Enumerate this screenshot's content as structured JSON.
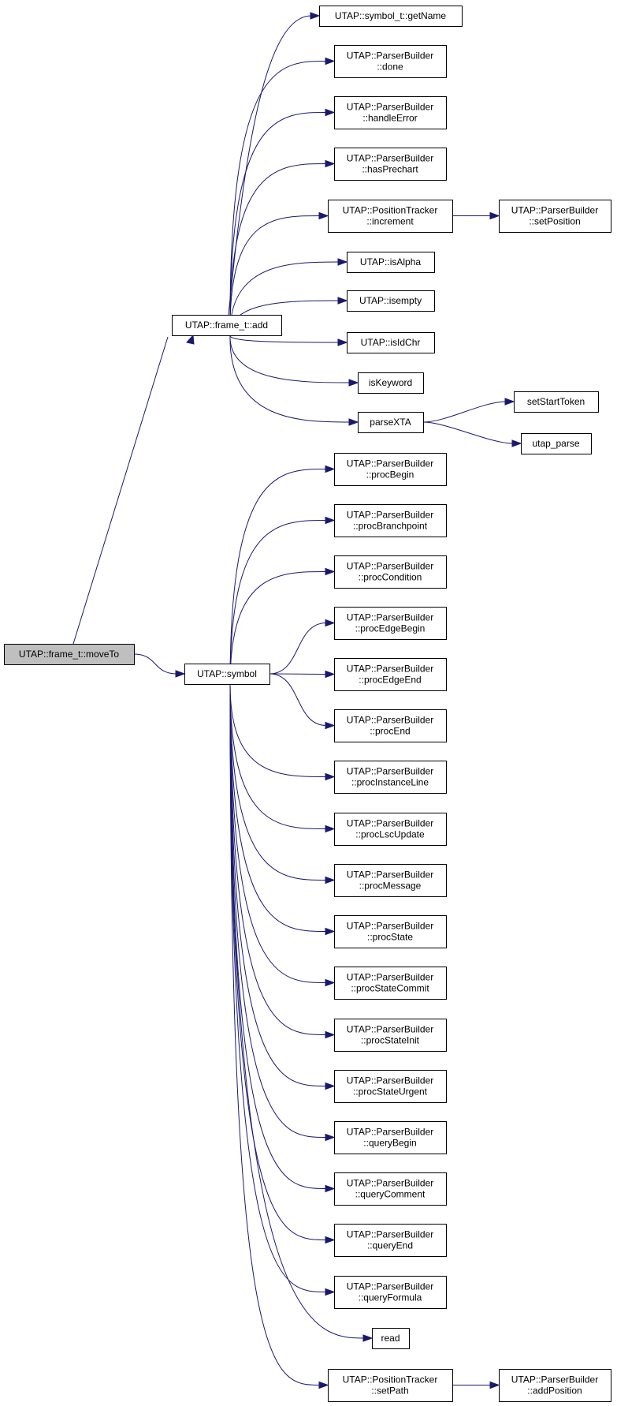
{
  "graph": {
    "root": "UTAP::frame_t::moveTo",
    "nodes": {
      "moveTo": {
        "lines": [
          "UTAP::frame_t::moveTo"
        ],
        "highlighted": true
      },
      "add": {
        "lines": [
          "UTAP::frame_t::add"
        ]
      },
      "symbol": {
        "lines": [
          "UTAP::symbol"
        ]
      },
      "getName": {
        "lines": [
          "UTAP::symbol_t::getName"
        ]
      },
      "done": {
        "lines": [
          "UTAP::ParserBuilder",
          "::done"
        ]
      },
      "handleError": {
        "lines": [
          "UTAP::ParserBuilder",
          "::handleError"
        ]
      },
      "hasPrechart": {
        "lines": [
          "UTAP::ParserBuilder",
          "::hasPrechart"
        ]
      },
      "increment": {
        "lines": [
          "UTAP::PositionTracker",
          "::increment"
        ]
      },
      "setPosition": {
        "lines": [
          "UTAP::ParserBuilder",
          "::setPosition"
        ]
      },
      "isAlpha": {
        "lines": [
          "UTAP::isAlpha"
        ]
      },
      "isempty": {
        "lines": [
          "UTAP::isempty"
        ]
      },
      "isIdChr": {
        "lines": [
          "UTAP::isIdChr"
        ]
      },
      "isKeyword": {
        "lines": [
          "isKeyword"
        ]
      },
      "parseXTA": {
        "lines": [
          "parseXTA"
        ]
      },
      "setStartToken": {
        "lines": [
          "setStartToken"
        ]
      },
      "utap_parse": {
        "lines": [
          "utap_parse"
        ]
      },
      "procBegin": {
        "lines": [
          "UTAP::ParserBuilder",
          "::procBegin"
        ]
      },
      "procBranchpoint": {
        "lines": [
          "UTAP::ParserBuilder",
          "::procBranchpoint"
        ]
      },
      "procCondition": {
        "lines": [
          "UTAP::ParserBuilder",
          "::procCondition"
        ]
      },
      "procEdgeBegin": {
        "lines": [
          "UTAP::ParserBuilder",
          "::procEdgeBegin"
        ]
      },
      "procEdgeEnd": {
        "lines": [
          "UTAP::ParserBuilder",
          "::procEdgeEnd"
        ]
      },
      "procEnd": {
        "lines": [
          "UTAP::ParserBuilder",
          "::procEnd"
        ]
      },
      "procInstanceLine": {
        "lines": [
          "UTAP::ParserBuilder",
          "::procInstanceLine"
        ]
      },
      "procLscUpdate": {
        "lines": [
          "UTAP::ParserBuilder",
          "::procLscUpdate"
        ]
      },
      "procMessage": {
        "lines": [
          "UTAP::ParserBuilder",
          "::procMessage"
        ]
      },
      "procState": {
        "lines": [
          "UTAP::ParserBuilder",
          "::procState"
        ]
      },
      "procStateCommit": {
        "lines": [
          "UTAP::ParserBuilder",
          "::procStateCommit"
        ]
      },
      "procStateInit": {
        "lines": [
          "UTAP::ParserBuilder",
          "::procStateInit"
        ]
      },
      "procStateUrgent": {
        "lines": [
          "UTAP::ParserBuilder",
          "::procStateUrgent"
        ]
      },
      "queryBegin": {
        "lines": [
          "UTAP::ParserBuilder",
          "::queryBegin"
        ]
      },
      "queryComment": {
        "lines": [
          "UTAP::ParserBuilder",
          "::queryComment"
        ]
      },
      "queryEnd": {
        "lines": [
          "UTAP::ParserBuilder",
          "::queryEnd"
        ]
      },
      "queryFormula": {
        "lines": [
          "UTAP::ParserBuilder",
          "::queryFormula"
        ]
      },
      "read": {
        "lines": [
          "read"
        ]
      },
      "setPath": {
        "lines": [
          "UTAP::PositionTracker",
          "::setPath"
        ]
      },
      "addPosition": {
        "lines": [
          "UTAP::ParserBuilder",
          "::addPosition"
        ]
      }
    },
    "edges": [
      [
        "moveTo",
        "add"
      ],
      [
        "moveTo",
        "symbol"
      ],
      [
        "add",
        "getName"
      ],
      [
        "add",
        "done"
      ],
      [
        "add",
        "handleError"
      ],
      [
        "add",
        "hasPrechart"
      ],
      [
        "add",
        "increment"
      ],
      [
        "add",
        "isAlpha"
      ],
      [
        "add",
        "isempty"
      ],
      [
        "add",
        "isIdChr"
      ],
      [
        "add",
        "isKeyword"
      ],
      [
        "add",
        "parseXTA"
      ],
      [
        "increment",
        "setPosition"
      ],
      [
        "parseXTA",
        "setStartToken"
      ],
      [
        "parseXTA",
        "utap_parse"
      ],
      [
        "symbol",
        "procBegin"
      ],
      [
        "symbol",
        "procBranchpoint"
      ],
      [
        "symbol",
        "procCondition"
      ],
      [
        "symbol",
        "procEdgeBegin"
      ],
      [
        "symbol",
        "procEdgeEnd"
      ],
      [
        "symbol",
        "procEnd"
      ],
      [
        "symbol",
        "procInstanceLine"
      ],
      [
        "symbol",
        "procLscUpdate"
      ],
      [
        "symbol",
        "procMessage"
      ],
      [
        "symbol",
        "procState"
      ],
      [
        "symbol",
        "procStateCommit"
      ],
      [
        "symbol",
        "procStateInit"
      ],
      [
        "symbol",
        "procStateUrgent"
      ],
      [
        "symbol",
        "queryBegin"
      ],
      [
        "symbol",
        "queryComment"
      ],
      [
        "symbol",
        "queryEnd"
      ],
      [
        "symbol",
        "queryFormula"
      ],
      [
        "symbol",
        "read"
      ],
      [
        "symbol",
        "setPath"
      ],
      [
        "setPath",
        "addPosition"
      ]
    ],
    "colors": {
      "edge": "#191970",
      "node_border": "#000000",
      "root_fill": "#bfbfbf",
      "node_fill": "#ffffff"
    }
  }
}
